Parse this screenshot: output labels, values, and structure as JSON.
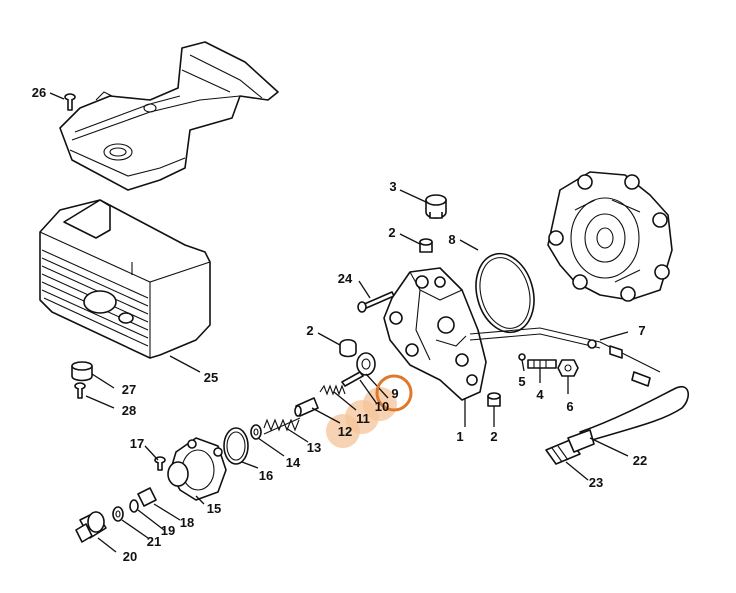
{
  "callouts": [
    {
      "label": "1"
    },
    {
      "label": "2"
    },
    {
      "label": "2"
    },
    {
      "label": "2"
    },
    {
      "label": "3"
    },
    {
      "label": "4"
    },
    {
      "label": "5"
    },
    {
      "label": "6"
    },
    {
      "label": "7"
    },
    {
      "label": "8"
    },
    {
      "label": "9"
    },
    {
      "label": "10"
    },
    {
      "label": "11"
    },
    {
      "label": "12"
    },
    {
      "label": "13"
    },
    {
      "label": "14"
    },
    {
      "label": "15"
    },
    {
      "label": "16"
    },
    {
      "label": "17"
    },
    {
      "label": "18"
    },
    {
      "label": "19"
    },
    {
      "label": "20"
    },
    {
      "label": "21"
    },
    {
      "label": "22"
    },
    {
      "label": "23"
    },
    {
      "label": "24"
    },
    {
      "label": "25"
    },
    {
      "label": "26"
    },
    {
      "label": "27"
    },
    {
      "label": "28"
    }
  ],
  "highlight": {
    "selected_callout": "9",
    "marked_callouts": [
      "10",
      "11",
      "12"
    ],
    "ring_color": "#e0782a",
    "fill_color": "#f5c49a"
  }
}
